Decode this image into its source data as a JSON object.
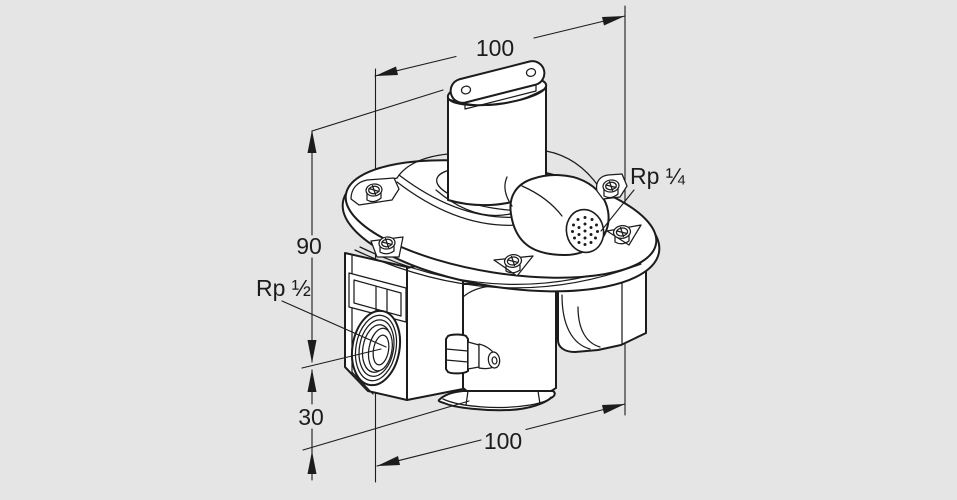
{
  "drawing": {
    "background_color": "#e5e5e5",
    "line_color": "#1c1c1c",
    "body_fill_color": "#ffffff",
    "dimensions": {
      "top_width": "100",
      "height_upper": "90",
      "height_lower": "30",
      "bottom_width": "100"
    },
    "labels": {
      "inlet_port": "Rp ½",
      "breather_port": "Rp ¼"
    }
  }
}
